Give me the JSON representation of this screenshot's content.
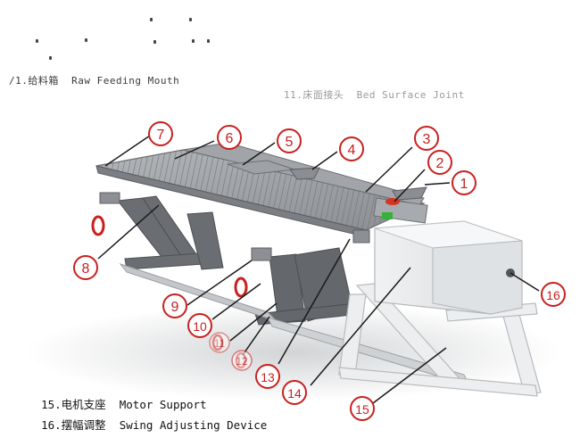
{
  "header": {
    "line_left": "/1.给料箱  Raw Feeding Mouth",
    "line_right": "11.床面接头  Bed Surface Joint"
  },
  "callouts": [
    "1",
    "2",
    "3",
    "4",
    "5",
    "6",
    "7",
    "8",
    "9",
    "10",
    "11",
    "12",
    "13",
    "14",
    "15",
    "16"
  ],
  "legend": [
    {
      "cn": "15.电机支座",
      "en": "Motor Support"
    },
    {
      "cn": "16.摆幅调整",
      "en": "Swing Adjusting Device"
    }
  ],
  "colors": {
    "callout": "#c8211f",
    "steel": "#8f9296",
    "frame": "#5d6064",
    "box": "#e6e8ea",
    "accent_green": "#35b13a"
  }
}
